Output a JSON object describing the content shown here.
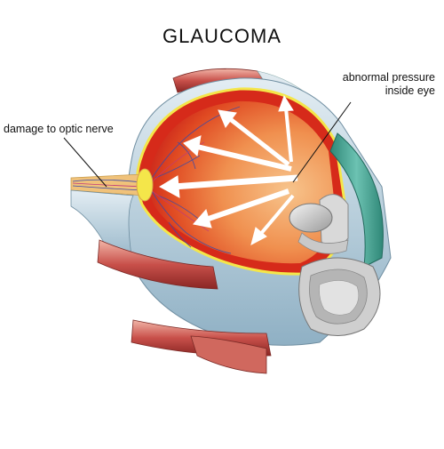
{
  "title": "GLAUCOMA",
  "labels": {
    "pressure_line1": "abnormal pressure",
    "pressure_line2": "inside eye",
    "nerve": "damage to optic nerve"
  },
  "colors": {
    "vitreous": "#f2a06a",
    "choroid": "#d62a1a",
    "sclera": "#b9cfdc",
    "cornea": "#4fa99a",
    "muscle": "#c8504a",
    "arrow": "#ffffff",
    "retina_ring": "#f4e64a"
  }
}
